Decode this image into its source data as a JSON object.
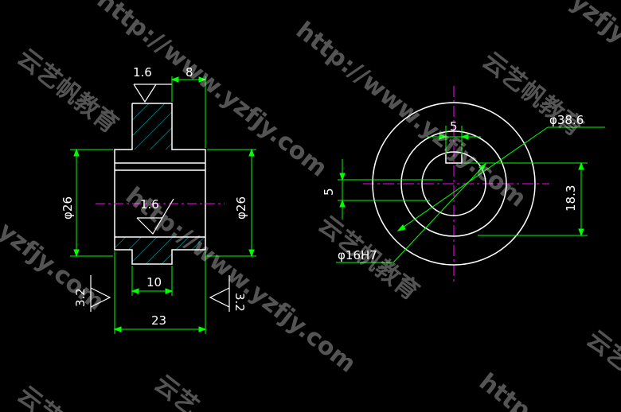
{
  "drawing": {
    "colors": {
      "background": "#000000",
      "outline": "#ffffff",
      "dimension": "#00ff00",
      "centerline": "#ff00ff",
      "hatch": "#00c8c8"
    },
    "side_view": {
      "roughness_top": "1.6",
      "roughness_center": "1.6",
      "roughness_left": "3.2",
      "roughness_right": "3.2",
      "hub_width": "8",
      "diameter_left": "φ26",
      "diameter_right": "φ26",
      "hub_bottom_width": "10",
      "overall_width": "23"
    },
    "front_view": {
      "outer_diameter": "φ38.6",
      "keyway_width_top": "5",
      "keyway_width_left": "5",
      "keyway_depth": "18.3",
      "bore_diameter": "φ16H7"
    },
    "watermarks": [
      "http://www.yzfjy.com",
      "云艺帆教育",
      "http://www.yzfjy.com",
      "云艺帆教育",
      "yzfjy",
      "云艺帆教育",
      "http://www.yzfjy.com",
      "云艺帆教育",
      "yzfjy.com",
      "http",
      "云艺",
      "云艺"
    ]
  }
}
